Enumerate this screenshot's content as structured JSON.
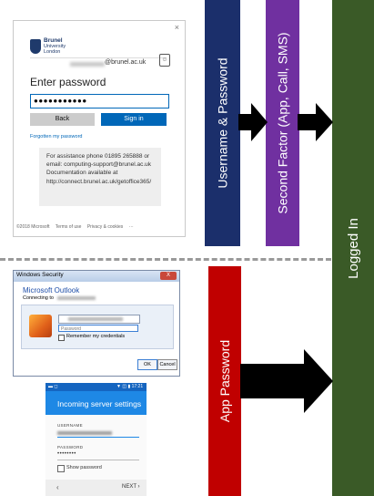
{
  "top_dialog": {
    "close": "×",
    "logo": {
      "line1": "Brunel",
      "line2": "University",
      "line3": "London"
    },
    "email_suffix": "@brunel.ac.uk",
    "heading": "Enter password",
    "password_mask": "●●●●●●●●●●●",
    "back_button": "Back",
    "signin_button": "Sign in",
    "forgot_link": "Forgotten my password",
    "info_text": "For assistance phone 01895 265888 or email: computing-support@brunel.ac.uk Documentation available at http://connect.brunel.ac.uk/getoffice365/",
    "footer": {
      "copyright": "©2018 Microsoft",
      "terms": "Terms of use",
      "privacy": "Privacy & cookies",
      "more": "···"
    }
  },
  "windows_dialog": {
    "title": "Windows Security",
    "close": "X",
    "app_name": "Microsoft Outlook",
    "connecting": "Connecting to",
    "password_placeholder": "Password",
    "remember": "Remember my credentials",
    "ok": "OK",
    "cancel": "Cancel"
  },
  "android_dialog": {
    "status_time": "▼ ◫ ▮ 17:21",
    "status_left": "▬ ◻",
    "title": "Incoming server settings",
    "username_label": "USERNAME",
    "password_label": "PASSWORD",
    "password_mask": "••••••••",
    "show_password": "Show password",
    "back": "‹",
    "next": "NEXT  ›"
  },
  "flow": {
    "username_password": "Username & Password",
    "second_factor": "Second Factor (App, Call, SMS)",
    "app_password": "App Password",
    "logged_in": "Logged In"
  },
  "colors": {
    "username_password": "#1b2f6b",
    "second_factor": "#7030a0",
    "app_password": "#c00000",
    "logged_in": "#3a5a27",
    "arrow": "#000000"
  }
}
